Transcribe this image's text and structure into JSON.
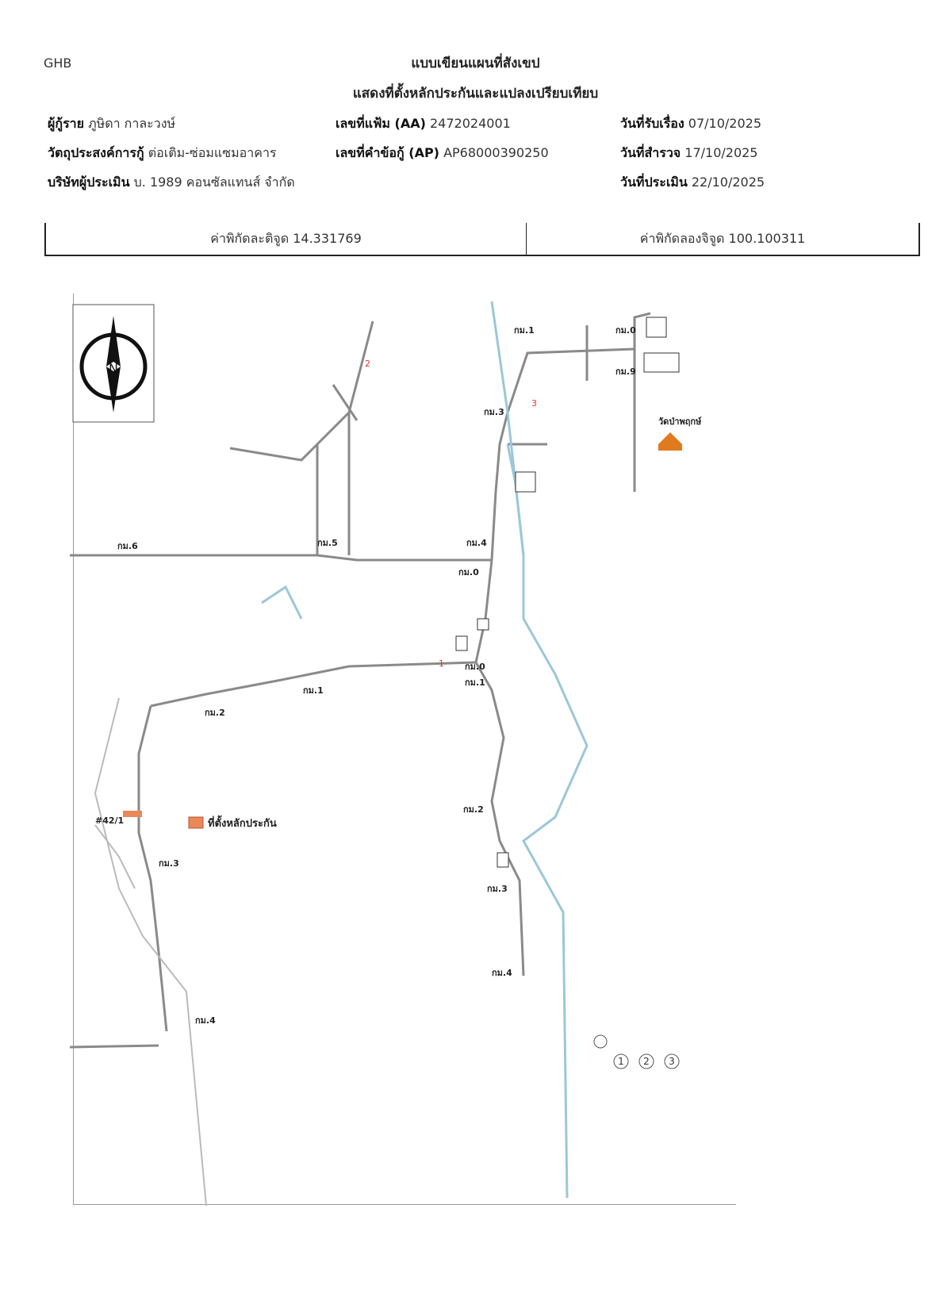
{
  "brand": "GHB",
  "title_line1": "แบบเขียนแผนที่สังเขป",
  "title_line2": "แสดงที่ตั้งหลักประกันและแปลงเปรียบเทียบ",
  "info": {
    "borrower_label": "ผู้กู้ราย",
    "borrower_value": "ภูษิดา กาละวงษ์",
    "purpose_label": "วัตถุประสงค์การกู้",
    "purpose_value": "ต่อเติม-ซ่อมแซมอาคาร",
    "appraiser_label": "บริษัทผู้ประเมิน",
    "appraiser_value": "บ. 1989 คอนซัลแทนส์ จำกัด",
    "file_no_label": "เลขที่แฟ้ม (AA)",
    "file_no_value": "2472024001",
    "loan_req_label": "เลขที่คำข้อกู้ (AP)",
    "loan_req_value": "AP68000390250",
    "received_label": "วันที่รับเรื่อง",
    "received_value": "07/10/2025",
    "survey_label": "วันที่สำรวจ",
    "survey_value": "17/10/2025",
    "appraisal_label": "วันที่ประเมิน",
    "appraisal_value": "22/10/2025"
  },
  "coords": {
    "lat_label": "ค่าพิกัดละติจูด",
    "lat_value": "14.331769",
    "lon_label": "ค่าพิกัดลองจิจูด",
    "lon_value": "100.100311"
  },
  "map": {
    "north_label": "N",
    "subject_label": "ที่ตั้งหลักประกัน",
    "temple_label": "วัดป่าพฤกษ์",
    "km_labels": {
      "a": "กม.0",
      "b": "กม.1",
      "c": "กม.9",
      "d": "กม.3",
      "e": "กม.6",
      "f": "กม.5",
      "g": "กม.4",
      "h": "กม.0",
      "i": "กม.0",
      "j": "กม.1",
      "k": "กม.1",
      "l": "กม.2",
      "m": "กม.2",
      "n": "กม.3",
      "o": "กม.3",
      "p": "กม.4",
      "q": "กม.4"
    },
    "plot_no": "#42/1",
    "markers": [
      "1",
      "2",
      "3"
    ],
    "legend_numbers": [
      "1",
      "2",
      "3"
    ]
  }
}
